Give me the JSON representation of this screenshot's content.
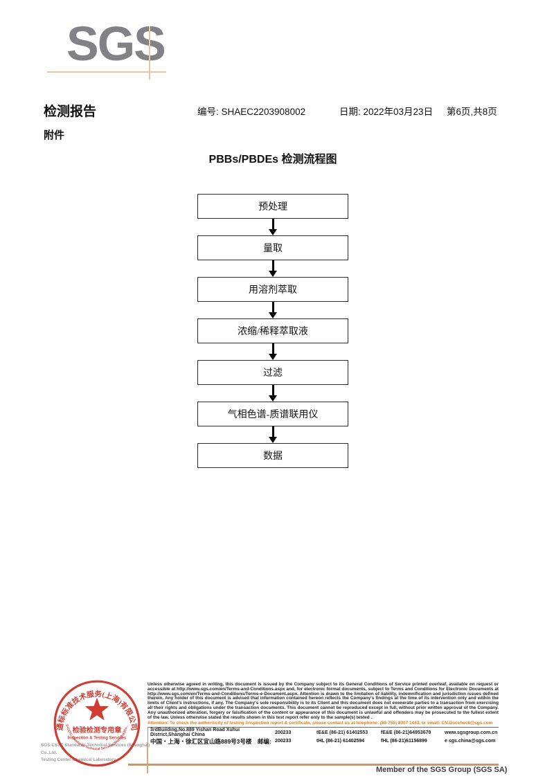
{
  "logo": {
    "text": "SGS"
  },
  "header": {
    "report_title": "检测报告",
    "report_no": "编号: SHAEC2203908002",
    "date": "日期: 2022年03月23日",
    "page_info": "第6页,共8页",
    "attachment": "附件"
  },
  "flowchart": {
    "title": "PBBs/PBDEs 检测流程图",
    "steps": [
      "预处理",
      "量取",
      "用溶剂萃取",
      "浓缩/稀释萃取液",
      "过滤",
      "气相色谱-质谱联用仪",
      "数据"
    ]
  },
  "stamp": {
    "ring_text": "通标标准技术服务(上海)有限公司",
    "inner_arc_text": "SGS-CSTC Standards Technical Services(Shanghai)Co.,Ltd.",
    "label_cn": "检验检测专用章",
    "label_en": "Inspection & Testing Services",
    "company_line1": "SGS-CSTC Standards Technical Services (Shanghai) Co.,Ltd.",
    "company_line2": "Testing Center-Chemical Laboratory"
  },
  "footer": {
    "disclaimer": "Unless otherwise agreed in writing, this document is issued by the Company subject to its General Conditions of Service printed overleaf, available on request or accessible at http://www.sgs.com/en/Terms-and-Conditions.aspx and, for electronic format documents, subject to Terms and Conditions for Electronic Documents at http://www.sgs.com/en/Terms-and-Conditions/Terms-e-Document.aspx. Attention is drawn to the limitation of liability, indemnification and jurisdiction issues defined therein. Any holder of this document is advised that information contained hereon reflects the Company's findings at the time of its intervention only and within the limits of Client's instructions, if any. The Company's sole responsibility is to its Client and this document does not exonerate parties to a transaction from exercising all their rights and obligations under the transaction documents. This document cannot be reproduced except in full, without prior written approval of the Company. Any unauthorized alteration, forgery or falsification of the content or appearance of this document is unlawful and offenders may be prosecuted to the fullest extent of the law. Unless otherwise stated the results shown in this test report refer only to the sample(s) tested .",
    "attention": "Attention: To check the authenticity of testing /inspection report & certificate, please contact us at telephone: (86-755) 8307 1443, or email: CN.Doccheck@sgs.com",
    "contact_rows": [
      {
        "address": "3rdBuilding,No.889 Yishan Road Xuhui District,Shanghai China",
        "post": "200233",
        "tel": "tE&E (86-21) 61402553",
        "fax": "fE&E (86-21)64953679",
        "web": "www.sgsgroup.com.cn"
      },
      {
        "address": "中国・上海・徐汇区宜山路889号3号楼　邮编:",
        "post": "200233",
        "tel": "tHL (86-21) 61402594",
        "fax": "fHL (86-21)61156899",
        "web": "e  sgs.china@sgs.com"
      }
    ],
    "member_text": "Member of the SGS Group (SGS SA)"
  },
  "colors": {
    "logo_gray": "#828186",
    "crosshair_tan": "#e9c89e",
    "stamp_red": "#cc2a1e",
    "attention_orange": "#ef7d1a",
    "footer_line_tan": "#c9996b"
  }
}
